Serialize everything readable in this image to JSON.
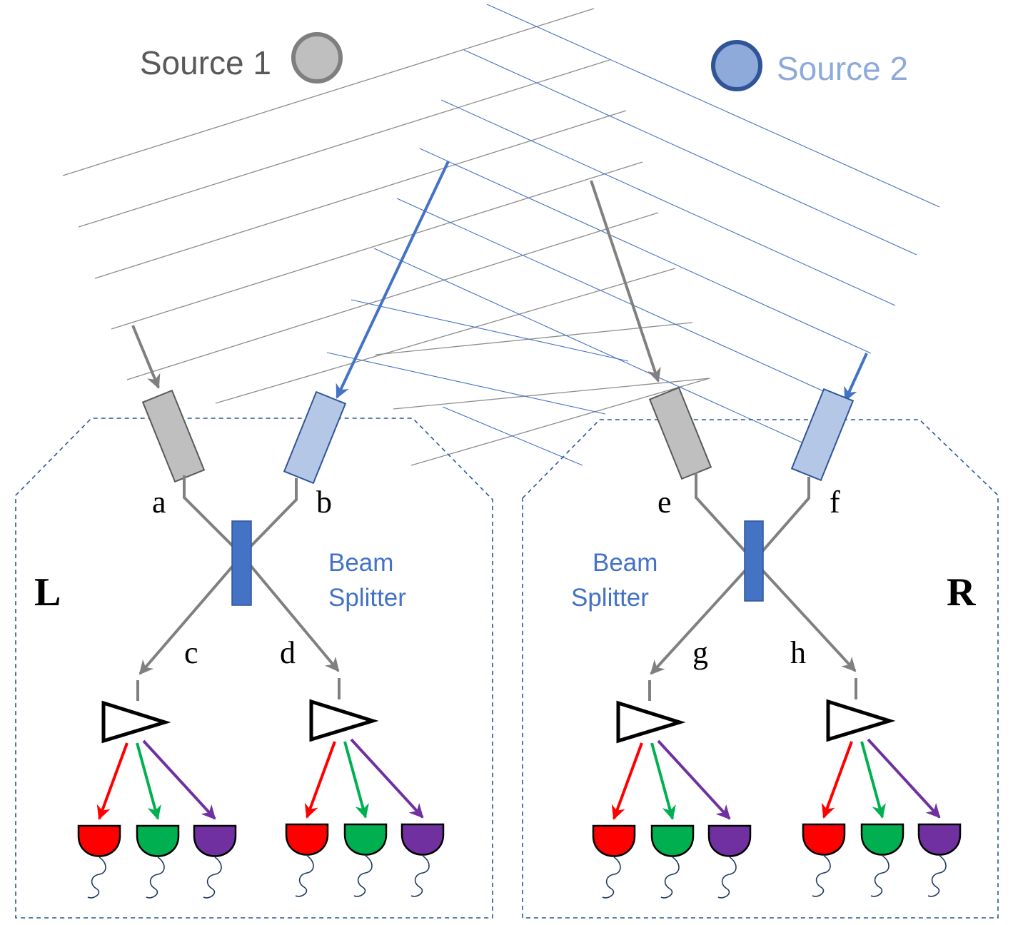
{
  "sources": {
    "source1": {
      "label": "Source 1",
      "fill": "#bfbfbf",
      "stroke": "#7f7f7f",
      "text_color": "#595959"
    },
    "source2": {
      "label": "Source 2",
      "fill": "#8eaadb",
      "stroke": "#2f5597",
      "text_color": "#8eaadb"
    }
  },
  "colors": {
    "wave1": "#8c8c8c",
    "wave2": "#4472c4",
    "fiber": "#808080",
    "splitter": "#4472c4",
    "boundary": "#2f5597",
    "det_red": "#ff0000",
    "det_green": "#00b050",
    "det_purple": "#7030a0",
    "wire": "#1f3864"
  },
  "stations": {
    "left": {
      "name": "L",
      "splitter_label": [
        "Beam",
        "Splitter"
      ],
      "ports": {
        "in1": "a",
        "in2": "b",
        "out1": "c",
        "out2": "d"
      }
    },
    "right": {
      "name": "R",
      "splitter_label": [
        "Beam",
        "Splitter"
      ],
      "ports": {
        "in1": "e",
        "in2": "f",
        "out1": "g",
        "out2": "h"
      }
    }
  },
  "icons": {
    "detector": "photodetector-icon",
    "router": "triangle-router-icon",
    "source": "source-circle-icon"
  }
}
